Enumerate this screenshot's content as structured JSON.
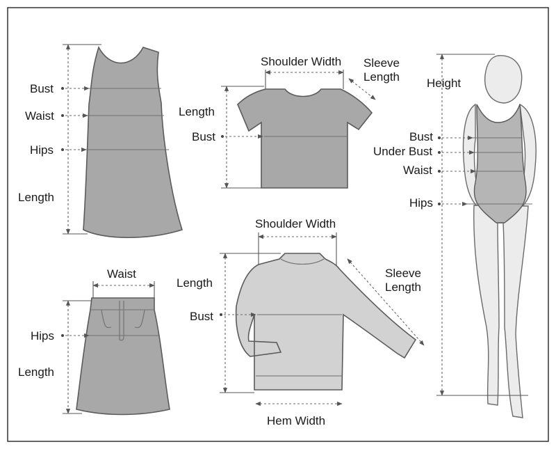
{
  "labels": {
    "dress": {
      "bust": "Bust",
      "waist": "Waist",
      "hips": "Hips",
      "length": "Length"
    },
    "tshirt": {
      "shoulder_width": "Shoulder Width",
      "sleeve_line1": "Sleeve",
      "sleeve_line2": "Length",
      "length": "Length",
      "bust": "Bust"
    },
    "body": {
      "height": "Height",
      "bust": "Bust",
      "under_bust": "Under Bust",
      "waist": "Waist",
      "hips": "Hips"
    },
    "skirt": {
      "waist": "Waist",
      "hips": "Hips",
      "length": "Length"
    },
    "jacket": {
      "shoulder_width": "Shoulder Width",
      "length": "Length",
      "bust": "Bust",
      "sleeve_line1": "Sleeve",
      "sleeve_line2": "Length",
      "hem_width": "Hem Width"
    }
  },
  "colors": {
    "garment": "#d2d2d2",
    "garment_dark": "#a8a8a8",
    "line": "#666666",
    "text": "#1a1a1a"
  }
}
